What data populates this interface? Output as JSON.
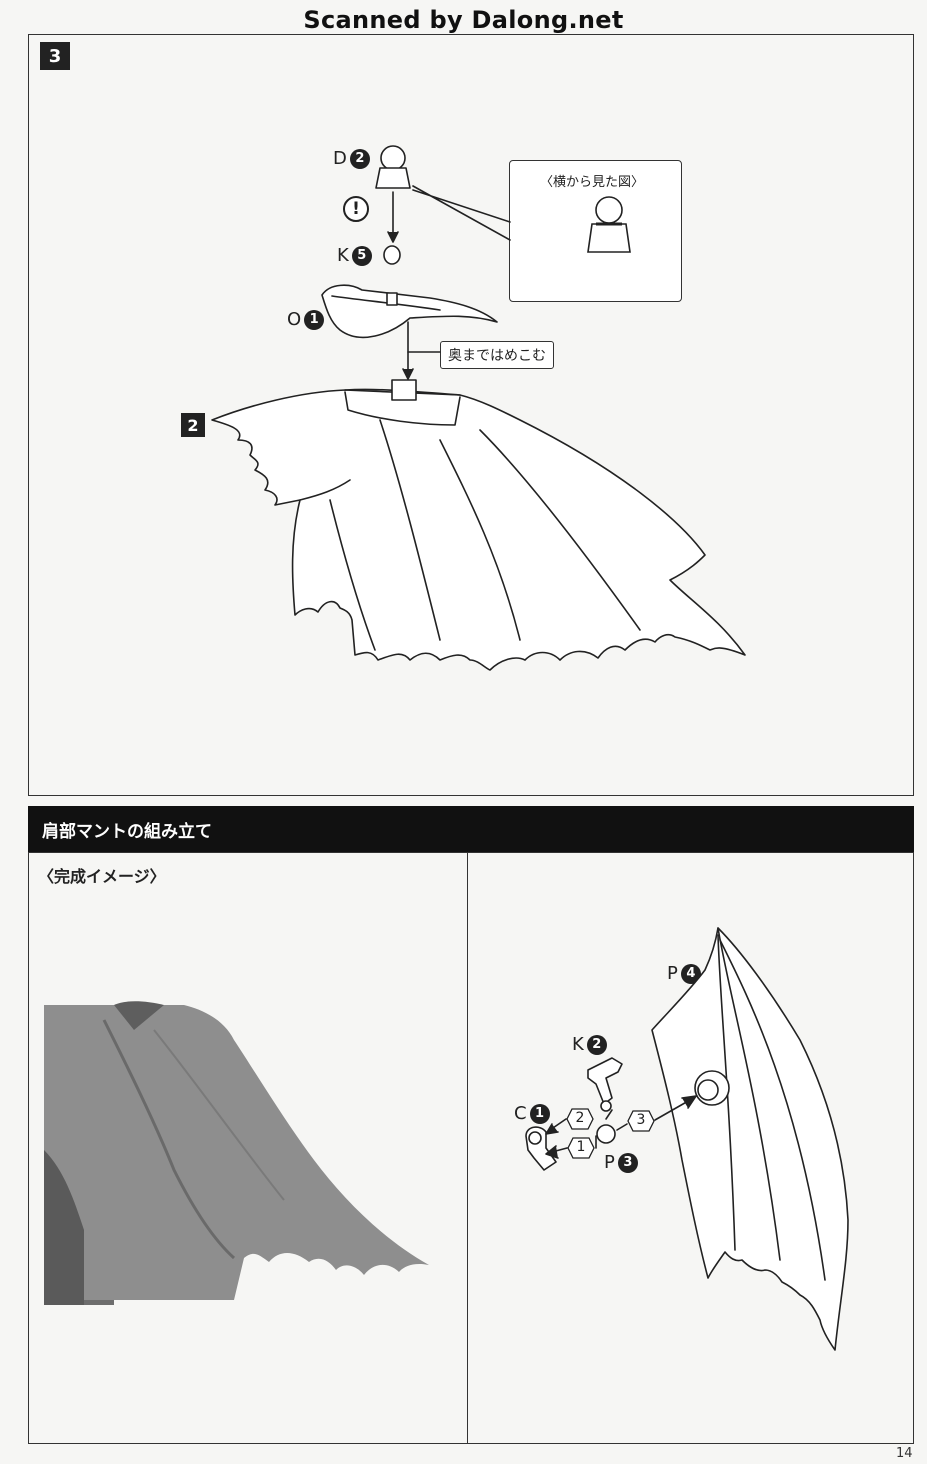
{
  "watermark": "Scanned by Dalong.net",
  "step": {
    "number": "3",
    "parts": {
      "d": {
        "letter": "D",
        "num": "2"
      },
      "k": {
        "letter": "K",
        "num": "5"
      },
      "o": {
        "letter": "O",
        "num": "1"
      }
    },
    "cape_ref": "2",
    "side_view_label": "〈横から見た図〉",
    "push_note": "奥まではめこむ",
    "warn_symbol": "!"
  },
  "section": {
    "title": "肩部マントの組み立て",
    "image_title": "〈完成イメージ〉",
    "parts": {
      "p4": {
        "letter": "P",
        "num": "4"
      },
      "k2": {
        "letter": "K",
        "num": "2"
      },
      "c1": {
        "letter": "C",
        "num": "1"
      },
      "p3": {
        "letter": "P",
        "num": "3"
      }
    },
    "order": [
      "1",
      "2",
      "3"
    ]
  },
  "page_number": "14",
  "colors": {
    "ink": "#222222",
    "photo_gray": "#8a8a8a",
    "paper": "#f6f6f4"
  }
}
